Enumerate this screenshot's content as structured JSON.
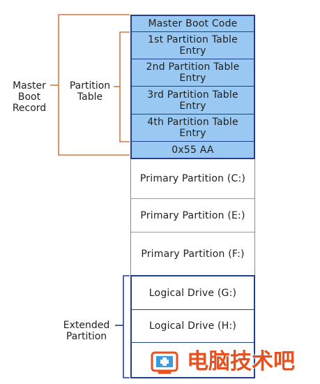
{
  "mbr": {
    "outer_label": "Master\nBoot\nRecord",
    "partition_table_label": "Partition\nTable",
    "master_boot_code": "Master Boot Code",
    "entry1": "1st Partition Table\nEntry",
    "entry2": "2nd Partition Table\nEntry",
    "entry3": "3rd Partition Table\nEntry",
    "entry4": "4th Partition Table\nEntry",
    "signature": "0x55 AA"
  },
  "primary": {
    "c": "Primary Partition (C:)",
    "e": "Primary Partition (E:)",
    "f": "Primary Partition (F:)"
  },
  "extended": {
    "label": "Extended\nPartition",
    "g": "Logical Drive (G:)",
    "h": "Logical Drive (H:)"
  },
  "watermark": {
    "text": "电脑技术吧",
    "icon": "plus-screen-icon"
  },
  "colors": {
    "mbr_fill": "#99c9f2",
    "border_dark": "#1e3f8f",
    "bracket": "#d47a44",
    "watermark": "#e8501f"
  }
}
